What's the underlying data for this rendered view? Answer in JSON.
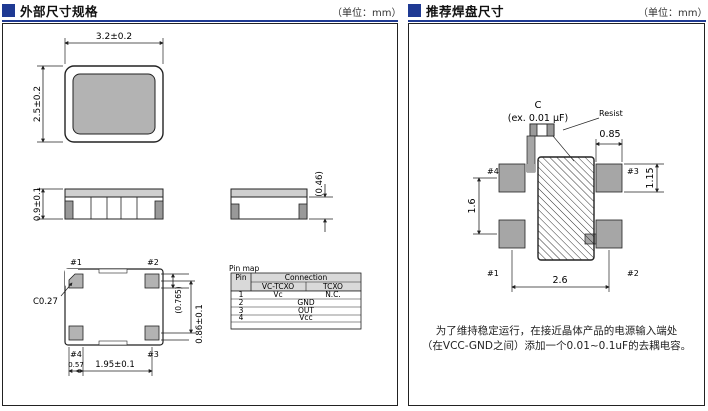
{
  "left_panel": {
    "title": "外部尺寸规格",
    "unit": "（单位：mm）",
    "dims": {
      "width": "3.2±0.2",
      "height": "2.5±0.2",
      "thickness": "0.9±0.1",
      "tcxo_thickness": "(0.46)",
      "pad_height": "(0.765)",
      "pitch_v": "0.86±0.1",
      "pad_w": "0.57",
      "pitch_h": "1.95±0.1",
      "chamfer": "C0.27"
    },
    "pins": [
      "#1",
      "#2",
      "#3",
      "#4"
    ],
    "pin_map": {
      "title": "Pin map",
      "headers": [
        "Pin",
        "Connection"
      ],
      "sub_headers": [
        "VC-TCXO",
        "TCXO"
      ],
      "rows": [
        {
          "pin": "1",
          "vctcxo": "Vc",
          "tcxo": "N.C."
        },
        {
          "pin": "2",
          "span": "GND"
        },
        {
          "pin": "3",
          "span": "OUT"
        },
        {
          "pin": "4",
          "span": "Vcc"
        }
      ]
    }
  },
  "right_panel": {
    "title": "推荐焊盘尺寸",
    "unit": "（单位：mm）",
    "cap_label": "C",
    "cap_value": "(ex. 0.01 μF)",
    "resist": "Resist",
    "dims": {
      "pad_w": "0.85",
      "pad_h": "1.15",
      "pitch_v": "1.6",
      "pitch_h": "2.6"
    },
    "pins": [
      "#4",
      "#3",
      "#1",
      "#2"
    ],
    "note_line1": "为了维持稳定运行，在接近晶体产品的电源输入端处",
    "note_line2": "（在VCC-GND之间）添加一个0.01~0.1uF的去耦电容。"
  }
}
